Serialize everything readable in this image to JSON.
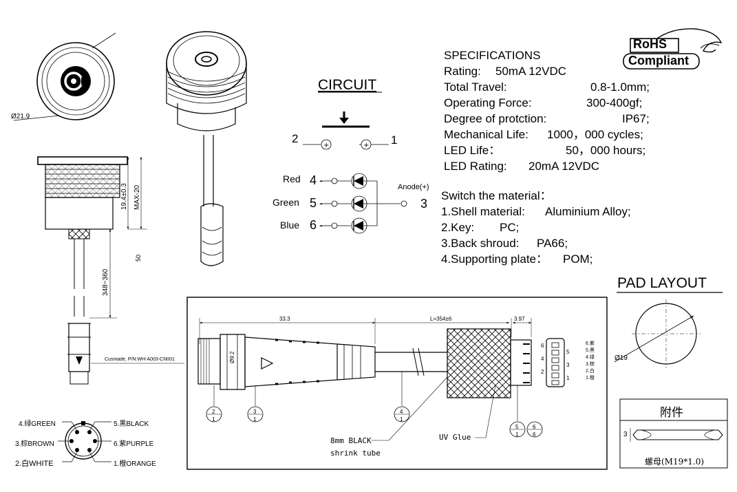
{
  "drawing": {
    "front_view": {
      "diameter_label": "Ø21.9"
    },
    "side_view": {
      "dim_height": "19.4±0.3",
      "dim_max": "MAX-20",
      "dim_cable": "348~360",
      "dim_50": "50",
      "custom_pn": "Cusmade, P/N:WH-A003-CN001"
    },
    "pinout": {
      "pins": [
        {
          "label": "4.绿GREEN"
        },
        {
          "label": "5.黑BLACK"
        },
        {
          "label": "3.棕BROWN"
        },
        {
          "label": "6.紫PURPLE"
        },
        {
          "label": "2.白WHITE"
        },
        {
          "label": "1.橙ORANGE"
        }
      ]
    },
    "circuit": {
      "title": "CIRCUIT",
      "switch_pins": {
        "left": "2",
        "right": "1"
      },
      "leds": [
        {
          "color": "Red",
          "pin": "4"
        },
        {
          "color": "Green",
          "pin": "5"
        },
        {
          "color": "Blue",
          "pin": "6"
        }
      ],
      "anode_label": "Anode(+)",
      "anode_pin": "3"
    },
    "rohs": {
      "line1": "RoHS",
      "line2": "Compliant"
    },
    "specifications": {
      "title": "SPECIFICATIONS",
      "lines": [
        {
          "label": "Rating:",
          "value": "50mA 12VDC"
        },
        {
          "label": "Total Travel:",
          "value": "0.8-1.0mm;"
        },
        {
          "label": "Operating Force:",
          "value": "300-400gf;"
        },
        {
          "label": "Degree of protction:",
          "value": "IP67;"
        },
        {
          "label": "Mechanical Life:",
          "value": "1000，000 cycles;"
        },
        {
          "label": "LED Life：",
          "value": "50，000 hours;"
        },
        {
          "label": "LED Rating:",
          "value": "20mA  12VDC"
        }
      ]
    },
    "material": {
      "title": "Switch the material：",
      "lines": [
        {
          "label": "1.Shell material:",
          "value": "Aluminium Alloy;"
        },
        {
          "label": "2.Key:",
          "value": "PC;"
        },
        {
          "label": "3.Back shroud:",
          "value": "PA66;"
        },
        {
          "label": "4.Supporting plate：",
          "value": "POM;"
        }
      ]
    },
    "pad_layout": {
      "title": "PAD LAYOUT",
      "diameter": "Ø19"
    },
    "accessory": {
      "title": "附件",
      "dim": "3",
      "caption": "螺母(M19*1.0)"
    },
    "cable_detail": {
      "dim_left": "33.3",
      "dim_mid": "L=354±6",
      "dim_right": "3.97",
      "connector_dim": "Ø9.2",
      "pins_left": [
        "6",
        "4",
        "2"
      ],
      "pins_right": [
        "5",
        "3",
        "1"
      ],
      "pin_names": [
        "6.紫",
        "5.黑",
        "4.绿",
        "3.棕",
        "2.白",
        "1.橙"
      ],
      "balloons": [
        {
          "top": "2",
          "bottom": "1"
        },
        {
          "top": "3",
          "bottom": "1"
        },
        {
          "top": "4",
          "bottom": "1"
        },
        {
          "top": "5",
          "bottom": "1"
        },
        {
          "top": "6",
          "bottom": "6"
        }
      ],
      "shrink_tube": [
        "8mm BLACK",
        "shrink tube"
      ],
      "uv_glue": "UV Glue"
    }
  }
}
